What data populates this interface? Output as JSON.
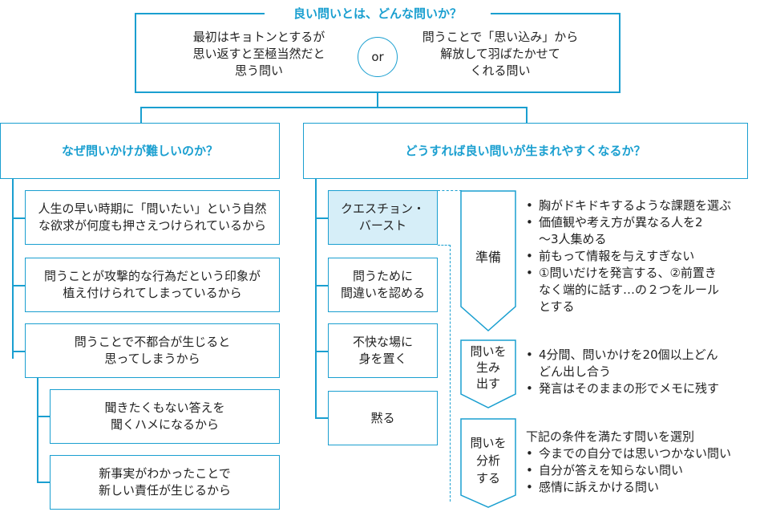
{
  "top": {
    "title": "良い問いとは、どんな問いか？",
    "left_text": "最初はキョトンとするが\n思い返すと至極当然だと\n思う問い",
    "or_label": "or",
    "right_text": "問うことで「思い込み」から\n解放して羽ばたかせて\nくれる問い"
  },
  "left": {
    "header": "なぜ問いかけが難しいのか？",
    "reasons": [
      "人生の早い時期に「問いたい」という自然\nな欲求が何度も押さえつけられているから",
      "問うことが攻撃的な行為だという印象が\n植え付けられてしまっているから",
      "問うことで不都合が生じると\n思ってしまうから"
    ],
    "sub_reasons": [
      "聞きたくもない答えを\n聞くハメになるから",
      "新事実がわかったことで\n新しい責任が生じるから"
    ]
  },
  "right": {
    "header": "どうすれば良い問いが生まれやすくなるか？",
    "methods": [
      "クエスチョン・\nバースト",
      "問うために\n間違いを認める",
      "不快な場に\n身を置く",
      "黙る"
    ],
    "steps": [
      {
        "label": "準備",
        "bullets": [
          "胸がドキドキするような課題を選ぶ",
          "価値観や考え方が異なる人を2\n～3人集める",
          "前もって情報を与えすぎない",
          "①問いだけを発言する、②前置き\nなく端的に話す…の２つをルール\nとする"
        ]
      },
      {
        "label": "問いを\n生み\n出す",
        "bullets": [
          "4分間、問いかけを20個以上どん\nどん出し合う",
          "発言はそのままの形でメモに残す"
        ]
      },
      {
        "label": "問いを\n分析\nする",
        "intro": "下記の条件を満たす問いを選別",
        "bullets": [
          "今までの自分では思いつかない問い",
          "自分が答えを知らない問い",
          "感情に訴えかける問い"
        ]
      }
    ]
  },
  "colors": {
    "accent": "#1a9fd0",
    "highlight_fill": "#d6eef8"
  }
}
